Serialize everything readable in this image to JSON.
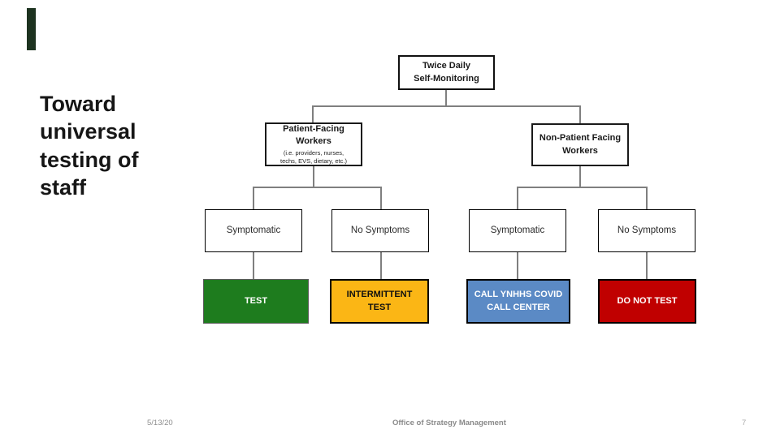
{
  "slide": {
    "title": "Toward universal testing of staff",
    "footer": {
      "date": "5/13/20",
      "org": "Office of Strategy Management",
      "page": "7"
    }
  },
  "flowchart": {
    "root": "Twice Daily\nSelf-Monitoring",
    "patient": {
      "title": "Patient-Facing\nWorkers",
      "subtitle": "(i.e. providers, nurses,\ntechs, EVS, dietary, etc.)",
      "symptomatic": "Symptomatic",
      "no_symptoms": "No Symptoms",
      "symptomatic_action": "TEST",
      "no_symptoms_action": "INTERMITTENT\nTEST"
    },
    "non_patient": {
      "title": "Non-Patient Facing\nWorkers",
      "symptomatic": "Symptomatic",
      "no_symptoms": "No Symptoms",
      "symptomatic_action": "CALL YNHHS COVID\nCALL CENTER",
      "no_symptoms_action": "DO NOT TEST"
    },
    "colors": {
      "test": "#1e7c1e",
      "intermittent_test": "#fbb615",
      "call_center": "#5b8ac5",
      "do_not_test": "#c00000",
      "connector": "#7f7f7f",
      "accent_bar": "#1d3320"
    }
  }
}
